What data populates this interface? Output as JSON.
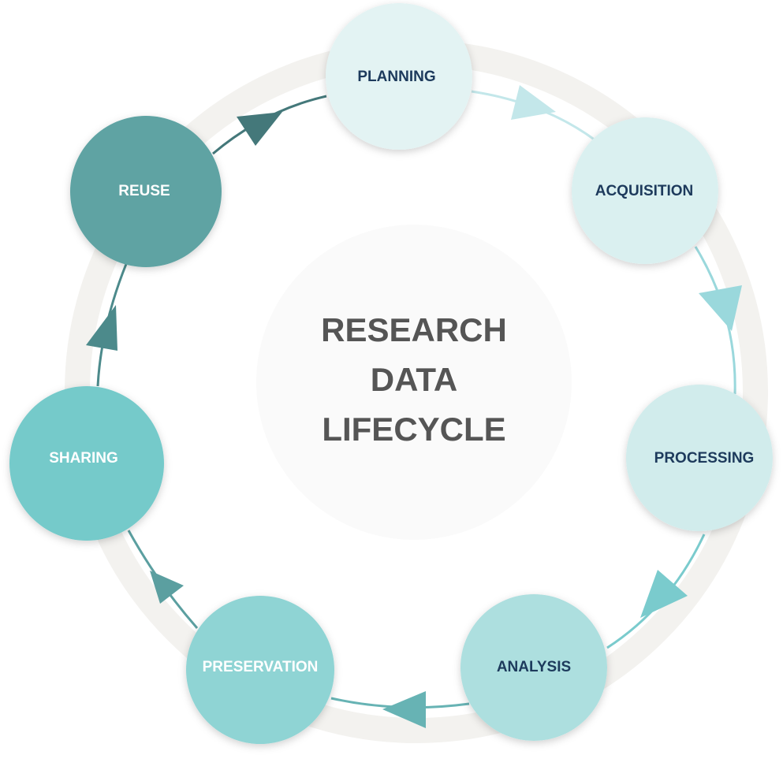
{
  "title_lines": [
    "RESEARCH",
    "DATA",
    "LIFECYCLE"
  ],
  "colors": {
    "track": "#f3f2ef",
    "center_fill": "#fafafa",
    "title": "#555555"
  },
  "stages": [
    {
      "label": "PLANNING",
      "fill": "#e3f3f3",
      "text": "#1d3a5c"
    },
    {
      "label": "ACQUISITION",
      "fill": "#daf0f0",
      "text": "#1d3a5c"
    },
    {
      "label": "PROCESSING",
      "fill": "#d1ecec",
      "text": "#1d3a5c"
    },
    {
      "label": "ANALYSIS",
      "fill": "#addfdf",
      "text": "#1d3a5c"
    },
    {
      "label": "PRESERVATION",
      "fill": "#8fd4d4",
      "text": "#ffffff"
    },
    {
      "label": "SHARING",
      "fill": "#74caca",
      "text": "#ffffff"
    },
    {
      "label": "REUSE",
      "fill": "#5ea3a3",
      "text": "#ffffff"
    }
  ],
  "connectors": [
    {
      "color": "#c3e7ea"
    },
    {
      "color": "#9ad8dc"
    },
    {
      "color": "#7acbcd"
    },
    {
      "color": "#67b3b4"
    },
    {
      "color": "#5b9fa0"
    },
    {
      "color": "#4c8a8b"
    },
    {
      "color": "#44787a"
    }
  ]
}
